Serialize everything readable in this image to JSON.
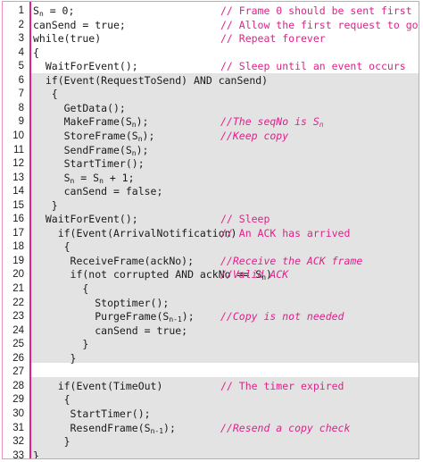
{
  "colors": {
    "comment": "#e0218a",
    "shade": "#e3e3e3",
    "border": "#ef8fc4"
  },
  "lines": [
    {
      "n": "1",
      "code": "S<sub>n</sub> = 0;",
      "comment": "// Frame 0 should be sent first",
      "italic": false
    },
    {
      "n": "2",
      "code": "canSend = true;",
      "comment": "// Allow the first request to go",
      "italic": false
    },
    {
      "n": "3",
      "code": "while(true)",
      "comment": "// Repeat forever",
      "italic": false
    },
    {
      "n": "4",
      "code": "{",
      "comment": "",
      "italic": false
    },
    {
      "n": "5",
      "code": "  WaitForEvent();",
      "comment": "// Sleep until an event occurs",
      "italic": false
    },
    {
      "n": "6",
      "code": "  if(Event(RequestToSend) AND canSend)",
      "comment": "",
      "italic": false
    },
    {
      "n": "7",
      "code": "   {",
      "comment": "",
      "italic": false
    },
    {
      "n": "8",
      "code": "     GetData();",
      "comment": "",
      "italic": false
    },
    {
      "n": "9",
      "code": "     MakeFrame(S<sub>n</sub>);",
      "comment": "//The seqNo is S<sub>n</sub>",
      "italic": true
    },
    {
      "n": "10",
      "code": "     StoreFrame(S<sub>n</sub>);",
      "comment": "//Keep copy",
      "italic": true
    },
    {
      "n": "11",
      "code": "     SendFrame(S<sub>n</sub>);",
      "comment": "",
      "italic": false
    },
    {
      "n": "12",
      "code": "     StartTimer();",
      "comment": "",
      "italic": false
    },
    {
      "n": "13",
      "code": "     S<sub>n</sub> = S<sub>n</sub> + 1;",
      "comment": "",
      "italic": false
    },
    {
      "n": "14",
      "code": "     canSend = false;",
      "comment": "",
      "italic": false
    },
    {
      "n": "15",
      "code": "   }",
      "comment": "",
      "italic": false
    },
    {
      "n": "16",
      "code": "  WaitForEvent();",
      "comment": "// Sleep",
      "italic": false
    },
    {
      "n": "17",
      "code": "    if(Event(ArrivalNotification)",
      "comment": "// An ACK has arrived",
      "italic": false
    },
    {
      "n": "18",
      "code": "     {",
      "comment": "",
      "italic": false
    },
    {
      "n": "19",
      "code": "      ReceiveFrame(ackNo);",
      "comment": "//Receive the ACK frame",
      "italic": true
    },
    {
      "n": "20",
      "code": "      if(not corrupted AND ackNo == S<sub>n</sub>)",
      "comment": "//Valid ACK",
      "italic": true
    },
    {
      "n": "21",
      "code": "        {",
      "comment": "",
      "italic": false
    },
    {
      "n": "22",
      "code": "          Stoptimer();",
      "comment": "",
      "italic": false
    },
    {
      "n": "23",
      "code": "          PurgeFrame(S<sub>n-1</sub>);",
      "comment": "//Copy is not needed",
      "italic": true
    },
    {
      "n": "24",
      "code": "          canSend = true;",
      "comment": "",
      "italic": false
    },
    {
      "n": "25",
      "code": "        }",
      "comment": "",
      "italic": false
    },
    {
      "n": "26",
      "code": "      }",
      "comment": "",
      "italic": false
    },
    {
      "n": "27",
      "code": "",
      "comment": "",
      "italic": false
    },
    {
      "n": "28",
      "code": "    if(Event(TimeOut)",
      "comment": "// The timer expired",
      "italic": false
    },
    {
      "n": "29",
      "code": "     {",
      "comment": "",
      "italic": false
    },
    {
      "n": "30",
      "code": "      StartTimer();",
      "comment": "",
      "italic": false
    },
    {
      "n": "31",
      "code": "      ResendFrame(S<sub>n-1</sub>);",
      "comment": "//Resend a copy check",
      "italic": true
    },
    {
      "n": "32",
      "code": "     }",
      "comment": "",
      "italic": false
    },
    {
      "n": "33",
      "code": "}",
      "comment": "",
      "italic": false
    }
  ]
}
